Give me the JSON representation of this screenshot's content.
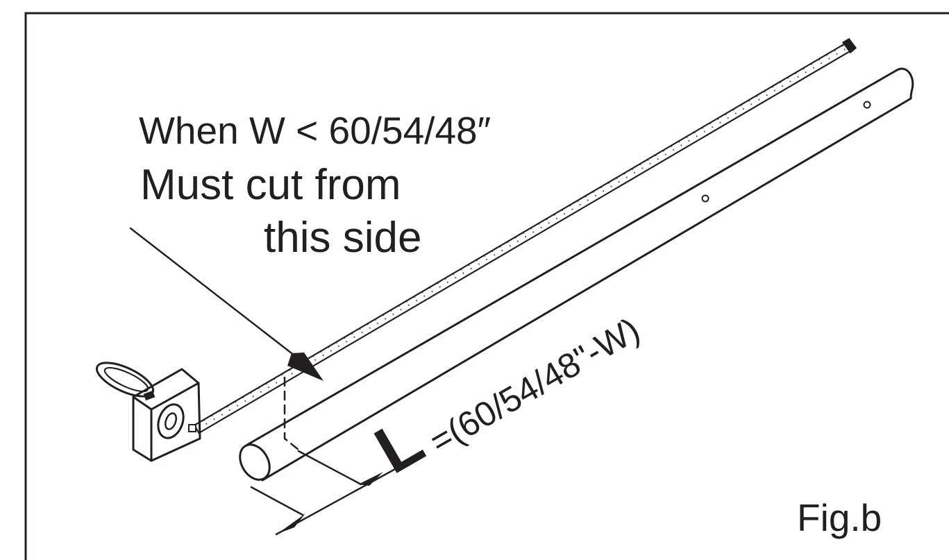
{
  "figure": {
    "condition_line": "When W < 60/54/48″",
    "instruction_line1": "Must cut from",
    "instruction_line2": "this side",
    "length_symbol": "L",
    "length_formula": "=(60/54/48\"-W)",
    "figure_label": "Fig.b"
  },
  "colors": {
    "ink": "#231f20",
    "background": "#ffffff"
  },
  "icons": [
    "tape-measure-icon",
    "cut-arrow-icon",
    "dimension-arrow-icon"
  ]
}
